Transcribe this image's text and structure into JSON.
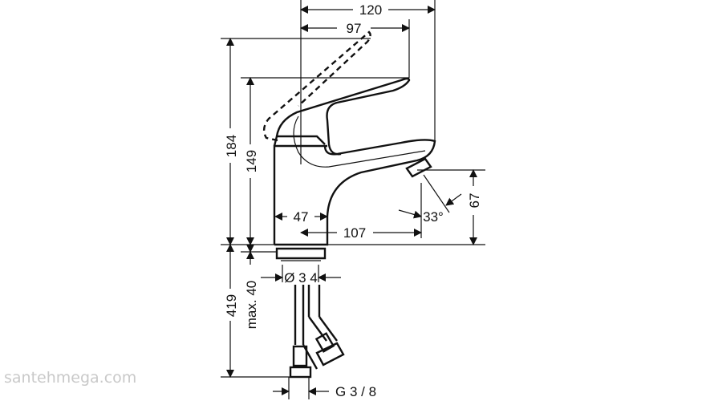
{
  "dimensions": {
    "width_total": "120",
    "width_lever": "97",
    "height_total": "184",
    "height_lever": "149",
    "spout_height": "67",
    "body_diameter_width": "47",
    "spout_reach": "107",
    "spout_angle": "33°",
    "hose_length": "419",
    "max_thickness": "max. 40",
    "hole_diameter": "Ø 3 4",
    "connection": "G 3 / 8"
  },
  "watermark": "santehmega.com"
}
